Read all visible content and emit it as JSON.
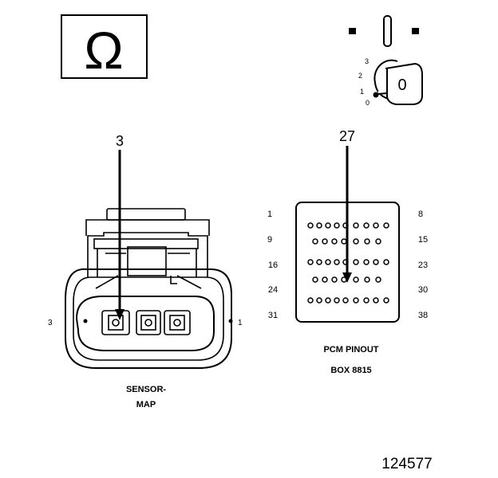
{
  "ohm_symbol": "Ω",
  "ignition": {
    "positions": [
      "3",
      "2",
      "1",
      "0"
    ],
    "key_label": "0"
  },
  "connector": {
    "pin_callout": "3",
    "left_pin": "3",
    "right_pin": "1",
    "label_line1": "SENSOR-",
    "label_line2": "MAP"
  },
  "pcm": {
    "pin_callout": "27",
    "row_labels_left": [
      "1",
      "9",
      "16",
      "24",
      "31"
    ],
    "row_labels_right": [
      "8",
      "15",
      "23",
      "30",
      "38"
    ],
    "title_line1": "PCM PINOUT",
    "title_line2": "BOX 8815"
  },
  "figure_number": "124577"
}
